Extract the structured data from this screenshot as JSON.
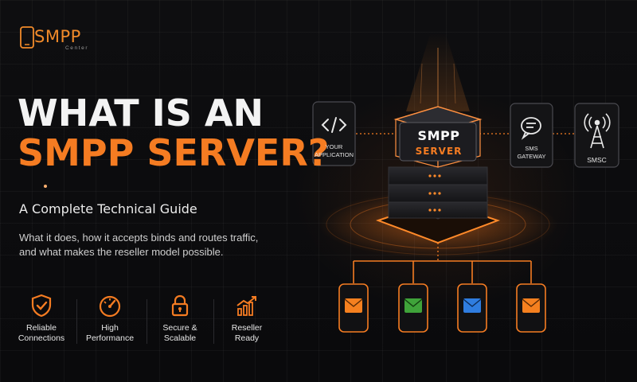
{
  "logo": {
    "name": "SMPP",
    "sub": "Center"
  },
  "headline": {
    "line1": "WHAT IS AN",
    "line2": "SMPP SERVER?"
  },
  "subtitle": "A Complete Technical Guide",
  "description": [
    "What it does, how it accepts binds and routes traffic,",
    "and what makes the reseller model possible."
  ],
  "features": [
    {
      "icon": "shield-check-icon",
      "label": [
        "Reliable",
        "Connections"
      ]
    },
    {
      "icon": "speedometer-icon",
      "label": [
        "High",
        "Performance"
      ]
    },
    {
      "icon": "padlock-icon",
      "label": [
        "Secure &",
        "Scalable"
      ]
    },
    {
      "icon": "growth-chart-icon",
      "label": [
        "Reseller",
        "Ready"
      ]
    }
  ],
  "diagram": {
    "server": {
      "title": "SMPP",
      "subtitle": "SERVER"
    },
    "app": {
      "icon": "code-brackets-icon",
      "label": [
        "YOUR",
        "APPLICATION"
      ]
    },
    "gateway": {
      "icon": "chat-bubble-icon",
      "label": [
        "SMS",
        "GATEWAY"
      ]
    },
    "smsc": {
      "icon": "signal-tower-icon",
      "label": [
        "SMSC"
      ]
    },
    "phones": [
      {
        "icon": "envelope-icon",
        "color": "#f5801f"
      },
      {
        "icon": "envelope-icon",
        "color": "#3fa33a"
      },
      {
        "icon": "envelope-icon",
        "color": "#2f7de0"
      },
      {
        "icon": "envelope-icon",
        "color": "#f5801f"
      }
    ]
  },
  "colors": {
    "accent": "#f57c22",
    "background": "#0b0b0d",
    "text": "#f3f3f3"
  }
}
